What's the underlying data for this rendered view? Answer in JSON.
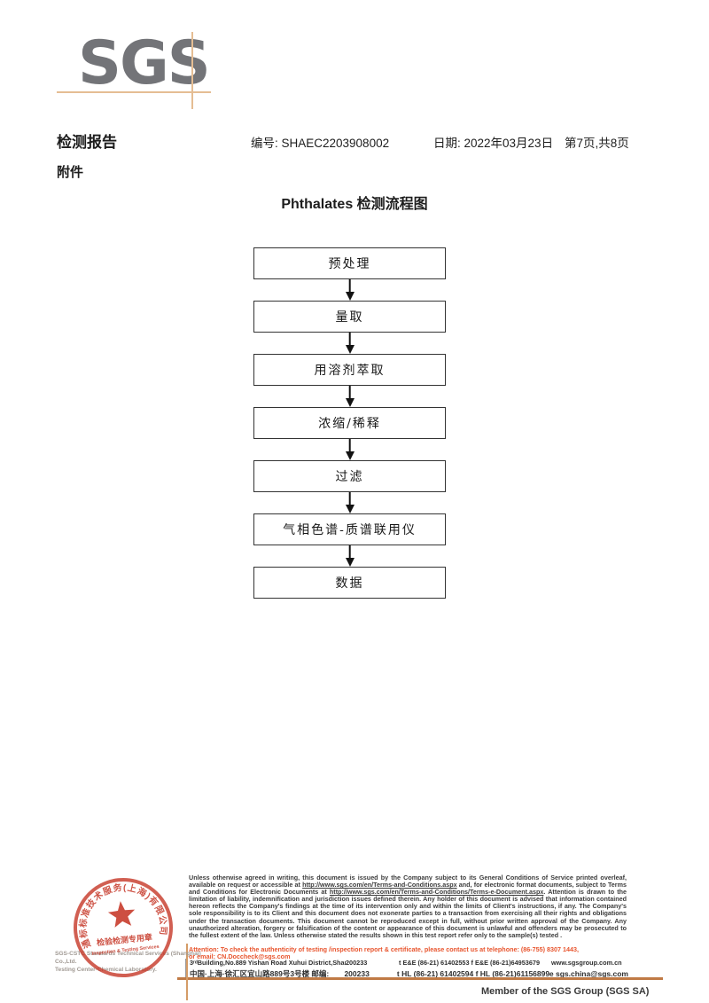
{
  "logo": {
    "text": "SGS"
  },
  "header": {
    "report_title": "检测报告",
    "report_no": "编号: SHAEC2203908002",
    "date": "日期: 2022年03月23日",
    "page_info": "第7页,共8页",
    "attachment_label": "附件"
  },
  "flowchart": {
    "title": "Phthalates 检测流程图",
    "steps": [
      "预处理",
      "量取",
      "用溶剂萃取",
      "浓缩/稀释",
      "过滤",
      "气相色谱-质谱联用仪",
      "数据"
    ]
  },
  "stamp": {
    "ring_text": "通标标准技术服务(上海)有限公司",
    "center_line1": "检验检测专用章",
    "center_line2": "Inspection & Testing Services",
    "company_en_line1": "SGS-CSTC Standards Technical Services (Shanghai) Co.,Ltd.",
    "company_en_line2": "Testing Center-Chemical Laboratory.",
    "color": "#c63727"
  },
  "footer": {
    "legal": {
      "seg1": "Unless otherwise agreed in writing, this document is issued by the Company subject to its General Conditions of Service printed overleaf, available on request or accessible at ",
      "url1": "http://www.sgs.com/en/Terms-and-Conditions.aspx",
      "seg2": " and, for electronic format documents, subject to Terms and Conditions for Electronic Documents at ",
      "url2": "http://www.sgs.com/en/Terms-and-Conditions/Terms-e-Document.aspx",
      "seg3": ". Attention is drawn to the limitation of liability, indemnification and jurisdiction issues defined therein. Any holder of this document is advised that information contained hereon reflects the Company's findings at the time of its intervention only and within the limits of Client's instructions, if any. The Company's sole responsibility is to its Client and this document does not exonerate parties to a transaction from exercising all their rights and obligations under the transaction documents. This document cannot be reproduced except in full, without prior written approval of the Company. Any unauthorized alteration, forgery or falsification of the content or appearance of this document is unlawful and offenders may be prosecuted to the fullest extent of the law. Unless otherwise stated the results shown in this test report refer only to the sample(s) tested ."
    },
    "attention_line1": "Attention: To check the authenticity of testing /inspection report & certificate, please contact us at telephone: (86-755) 8307 1443,",
    "attention_line2": "or email: CN.Doccheck@sgs.com",
    "address_rows": [
      {
        "address": "3ʳᵈBuilding,No.889 Yishan Road Xuhui District,Shanghai China",
        "zip": "200233",
        "tel": "t E&E (86-21) 61402553   f E&E (86-21)64953679",
        "link": "www.sgsgroup.com.cn"
      },
      {
        "address": "中国·上海·徐汇区宜山路889号3号楼    邮编:",
        "zip": "200233",
        "tel": "t HL (86-21) 61402594    f HL (86-21)61156899",
        "link": "e  sgs.china@sgs.com"
      }
    ],
    "member": "Member of the SGS Group (SGS SA)"
  }
}
